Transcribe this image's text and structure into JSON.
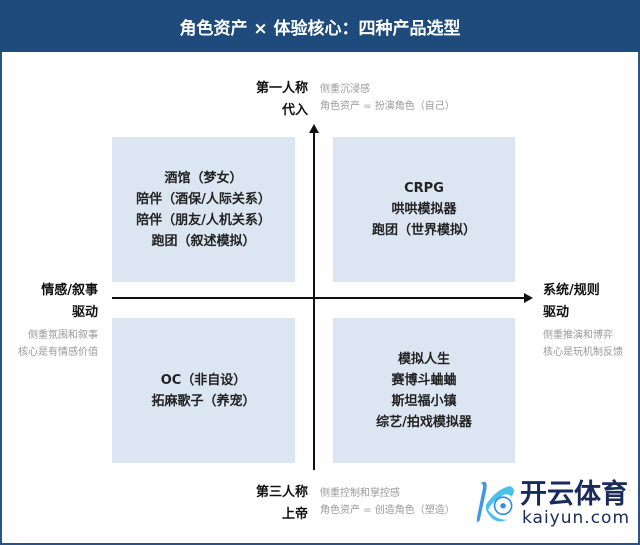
{
  "title": "角色资产 × 体验核心：四种产品选型",
  "axes": {
    "top": {
      "label_lines": [
        "第一人称",
        "代入"
      ],
      "notes": [
        "侧重沉浸感",
        "角色资产 = 扮演角色（自己）"
      ]
    },
    "bottom": {
      "label_lines": [
        "第三人称",
        "上帝"
      ],
      "notes": [
        "侧重控制和掌控感",
        "角色资产 = 创造角色（塑造）"
      ]
    },
    "left": {
      "label_lines": [
        "情感/叙事",
        "驱动"
      ],
      "notes": [
        "侧重氛围和叙事",
        "核心是有情感价值"
      ]
    },
    "right": {
      "label_lines": [
        "系统/规则",
        "驱动"
      ],
      "notes": [
        "侧重推演和博弈",
        "核心是玩机制反馈"
      ]
    }
  },
  "quadrants": {
    "top_left": [
      "酒馆（梦女）",
      "陪伴（酒保/人际关系）",
      "陪伴（朋友/人机关系）",
      "跑团（叙述模拟）"
    ],
    "top_right": [
      "CRPG",
      "哄哄模拟器",
      "跑团（世界模拟）"
    ],
    "bottom_left": [
      "OC（非自设）",
      "拓麻歌子（养宠）"
    ],
    "bottom_right": [
      "模拟人生",
      "赛博斗蛐蛐",
      "斯坦福小镇",
      "综艺/拍戏模拟器"
    ]
  },
  "watermark": {
    "cn": "开云体育",
    "en": "kaiyun.com",
    "colors": {
      "cn": "#1a2a5c",
      "logo": "#2b8ce8"
    }
  }
}
